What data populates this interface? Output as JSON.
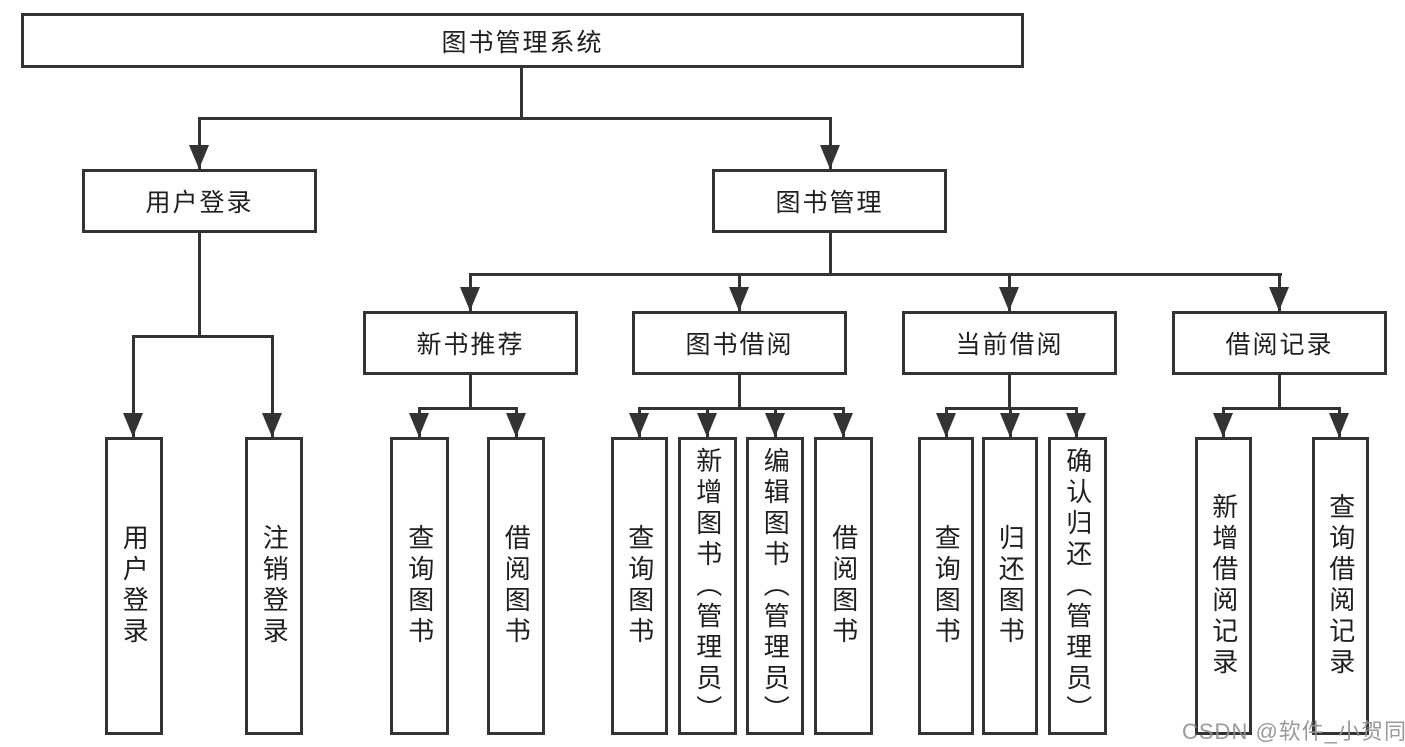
{
  "diagram_title": "图书管理系统",
  "tree": {
    "label": "图书管理系统",
    "children": [
      {
        "label": "用户登录",
        "children": [
          {
            "label": "用户登录"
          },
          {
            "label": "注销登录"
          }
        ]
      },
      {
        "label": "图书管理",
        "children": [
          {
            "label": "新书推荐",
            "children": [
              {
                "label": "查询图书"
              },
              {
                "label": "借阅图书"
              }
            ]
          },
          {
            "label": "图书借阅",
            "children": [
              {
                "label": "查询图书"
              },
              {
                "label": "新增图书（管理员）"
              },
              {
                "label": "编辑图书（管理员）"
              },
              {
                "label": "借阅图书"
              }
            ]
          },
          {
            "label": "当前借阅",
            "children": [
              {
                "label": "查询图书"
              },
              {
                "label": "归还图书"
              },
              {
                "label": "确认归还（管理员）"
              }
            ]
          },
          {
            "label": "借阅记录",
            "children": [
              {
                "label": "新增借阅记录"
              },
              {
                "label": "查询借阅记录"
              }
            ]
          }
        ]
      }
    ]
  },
  "watermark": {
    "text": "CSDN @软件_小贺同学"
  },
  "colors": {
    "line": "#333333",
    "text": "#1f1f1f",
    "background": "#ffffff",
    "watermark": "#979091"
  }
}
